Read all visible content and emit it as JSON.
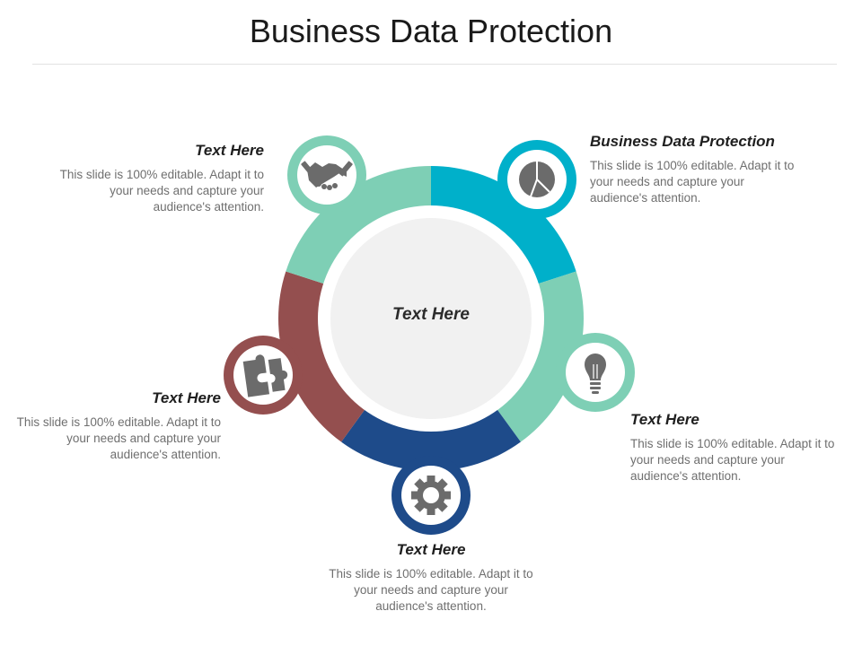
{
  "title": "Business Data Protection",
  "center": {
    "label": "Text Here"
  },
  "colors": {
    "cyan": "#00b0ca",
    "mint": "#7ecfb5",
    "navy": "#1e4b8a",
    "maroon": "#944f4f",
    "icon": "#6b6b6b",
    "center_fill": "#f1f1f1"
  },
  "items": [
    {
      "icon": "handshake-icon",
      "heading": "Text Here",
      "body": "This slide is 100% editable. Adapt it to your needs and capture your audience's attention."
    },
    {
      "icon": "pie-chart-icon",
      "heading": "Business Data Protection",
      "body": "This slide is 100% editable. Adapt it to your needs and capture your audience's attention."
    },
    {
      "icon": "lightbulb-icon",
      "heading": "Text Here",
      "body": "This slide is 100% editable. Adapt it to your needs and capture your audience's attention."
    },
    {
      "icon": "gear-icon",
      "heading": "Text Here",
      "body": "This slide is 100% editable. Adapt it to your needs and capture your audience's attention."
    },
    {
      "icon": "puzzle-icon",
      "heading": "Text Here",
      "body": "This slide is 100% editable. Adapt it to your needs and capture your audience's attention."
    }
  ]
}
